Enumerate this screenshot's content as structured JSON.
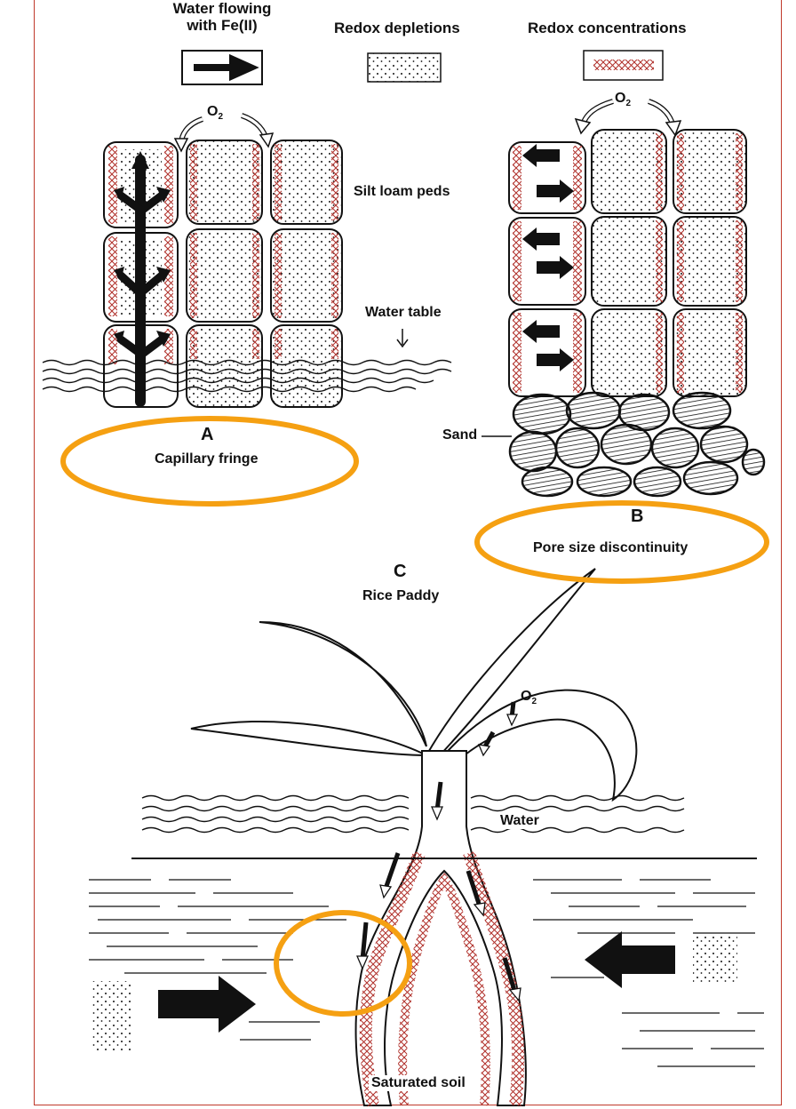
{
  "legend": {
    "water_flow": "Water flowing\nwith Fe(II)",
    "depletions": "Redox depletions",
    "concentrations": "Redox concentrations"
  },
  "panel_a": {
    "o2": "O",
    "o2_sub": "2",
    "silt_label": "Silt loam peds",
    "water_table": "Water table",
    "letter": "A",
    "caption": "Capillary fringe"
  },
  "panel_b": {
    "o2": "O",
    "o2_sub": "2",
    "sand_label": "Sand",
    "letter": "B",
    "caption": "Pore size discontinuity"
  },
  "panel_c": {
    "letter": "C",
    "caption": "Rice Paddy",
    "o2": "O",
    "o2_sub": "2",
    "water_label": "Water",
    "soil_label": "Saturated soil"
  },
  "colors": {
    "redox": "#b0302a",
    "highlight": "#f5a012",
    "ink": "#111111"
  }
}
